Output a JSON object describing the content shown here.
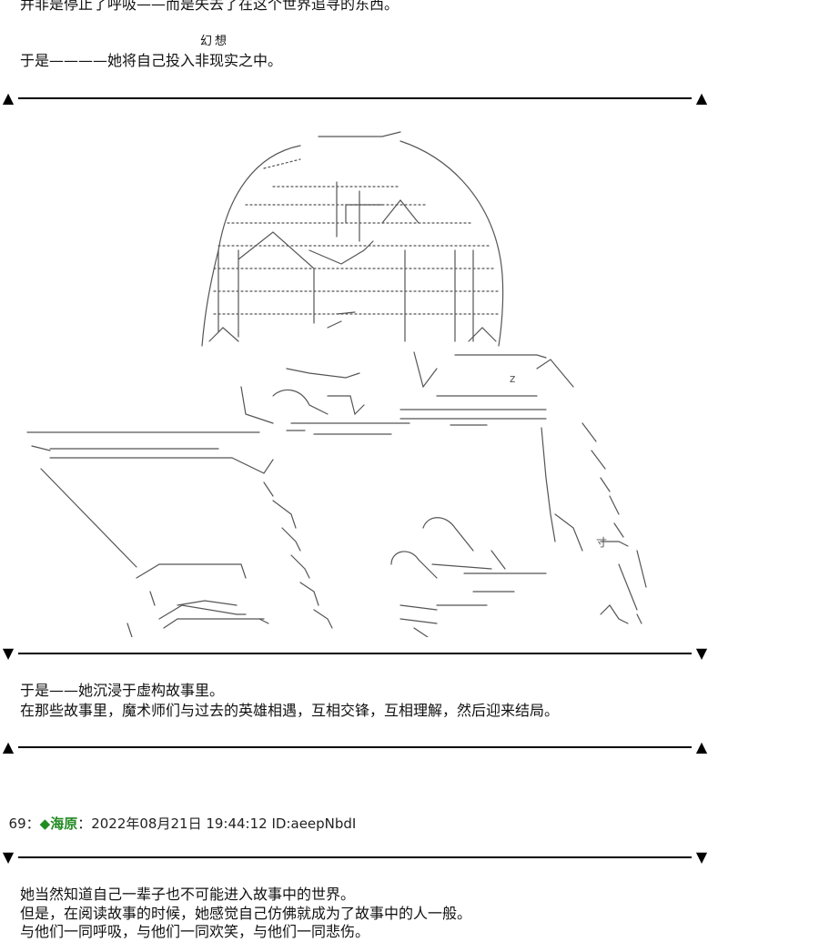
{
  "intro": {
    "line1": "并非是停止了呼吸——而是失去了在这个世界追寻的东西。",
    "ruby": "幻想",
    "line2": "于是————她将自己投入非现实之中。"
  },
  "dividers": {
    "up": "▲",
    "down": "▼"
  },
  "art": {
    "label": ""
  },
  "middle": {
    "line1": "于是——她沉浸于虚构故事里。",
    "line2": "在那些故事里，魔术师们与过去的英雄相遇，互相交锋，互相理解，然后迎来结局。"
  },
  "post": {
    "number": "69",
    "separator": "：",
    "name": "◆海原",
    "colon": "：",
    "datetime": "2022年08月21日 19:44:12 ID:aeepNbdI",
    "name_color": "#228b22"
  },
  "ending": {
    "line1": "她当然知道自己一辈子也不可能进入故事中的世界。",
    "line2": "但是，在阅读故事的时候，她感觉自己仿佛就成为了故事中的人一般。",
    "line3": "与他们一同呼吸，与他们一同欢笑，与他们一同悲伤。"
  }
}
